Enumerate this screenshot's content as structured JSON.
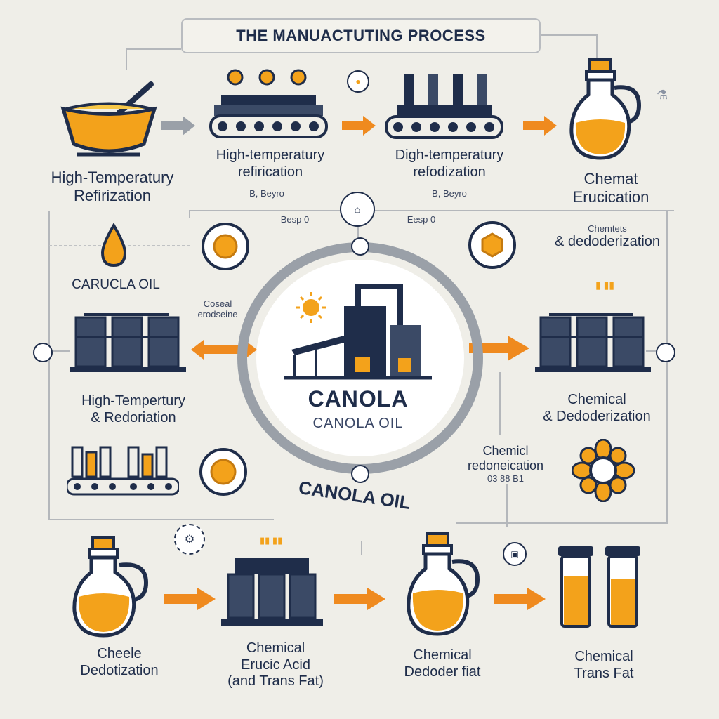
{
  "title": "THE MANUACTUTING PROCESS",
  "center": {
    "title": "CANOLA",
    "subtitle": "CANOLA OIL"
  },
  "arc_label": "CANOLA OIL",
  "top_row": {
    "step1_label_line1": "High-Temperatury",
    "step1_label_line2": "Refirization",
    "step2_label_line1": "High-temperatury",
    "step2_label_line2": "refirication",
    "step2_note": "B, Beyro",
    "step3_label_line1": "Digh-temperatury",
    "step3_label_line2": "refodization",
    "step3_note": "B, Beyro",
    "step4_label_line1": "Chemat",
    "step4_label_line2": "Erucication"
  },
  "middle": {
    "step_left_note": "Besp 0",
    "step_right_note": "Eesp 0",
    "canula_oil": "CARUCLA OIL",
    "coseal_line1": "Coseal",
    "coseal_line2": "erodseine",
    "right_deodor_line1": "Chemtets",
    "right_deodor_line2": "& dedoderization",
    "left_tank_line1": "High-Tempertury",
    "left_tank_line2": "& Redoriation",
    "right_tank_line1": "Chemical",
    "right_tank_line2": "& Dedoderization",
    "chem_note_line1": "Chemicl",
    "chem_note_line2": "redoneication",
    "chem_note_line3": "03 88 B1"
  },
  "bottom_row": {
    "b1_line1": "Cheele",
    "b1_line2": "Dedotization",
    "b2_line1": "Chemical",
    "b2_line2": "Erucic Acid",
    "b2_line3": "(and Trans Fat)",
    "b3_line1": "Chemical",
    "b3_line2": "Dedoder fiat",
    "b4_line1": "Chemical",
    "b4_line2": "Trans Fat"
  },
  "colors": {
    "background": "#efeee8",
    "navy": "#1f2d4a",
    "steel": "#3b4a66",
    "oil": "#f3a21b",
    "oil_light": "#f7c84a",
    "arrow": "#ef8a1f",
    "ring": "#9aa0a8"
  }
}
